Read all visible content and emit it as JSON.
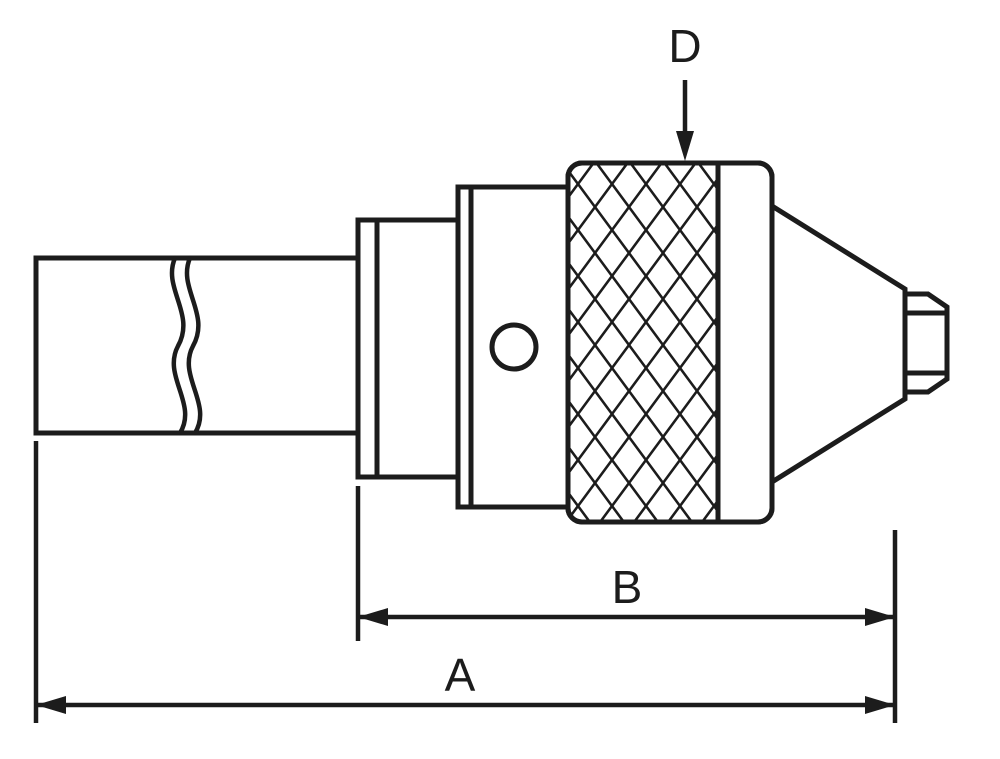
{
  "diagram": {
    "colors": {
      "line": "#1c1c1c",
      "background": "#ffffff"
    },
    "dimensions": {
      "d": {
        "label": "D"
      },
      "b": {
        "label": "B"
      },
      "a": {
        "label": "A"
      }
    }
  }
}
